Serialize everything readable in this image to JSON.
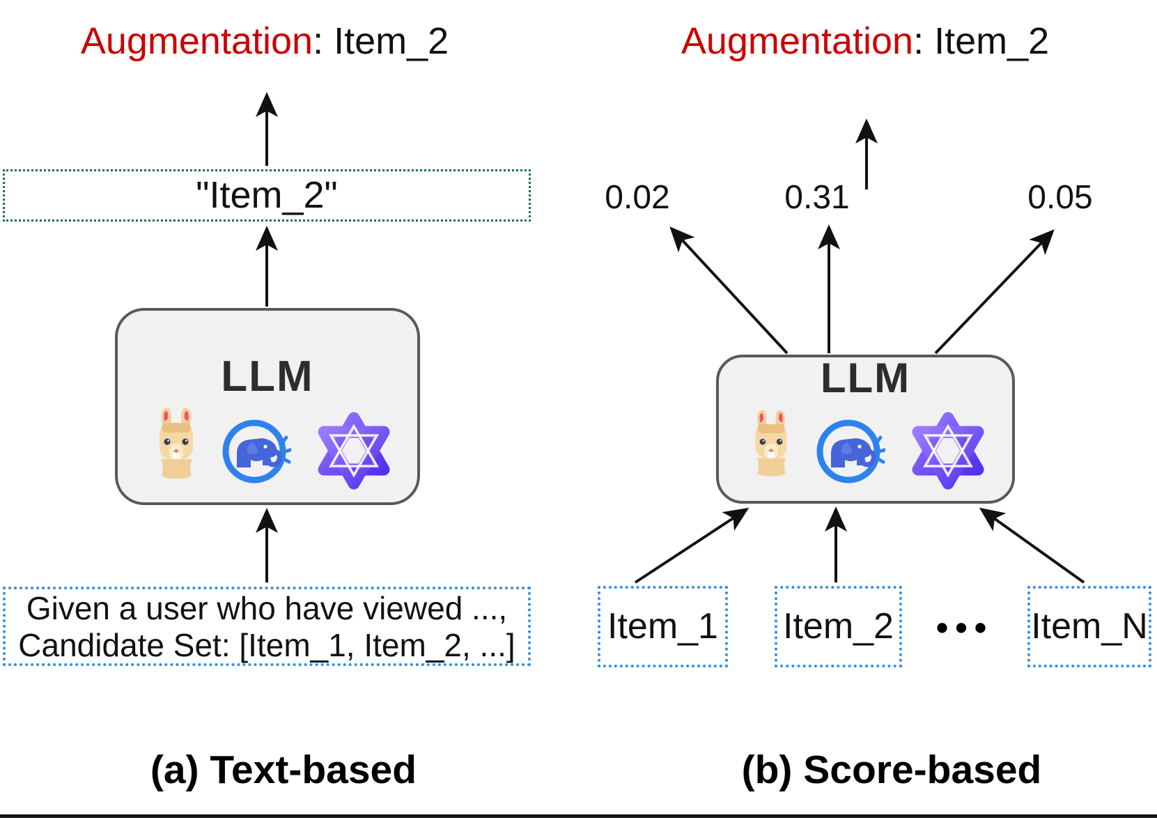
{
  "figure": {
    "panel_a": {
      "title": {
        "highlight": "Augmentation",
        "rest": ": Item_2"
      },
      "output_box_text": "\"Item_2\"",
      "llm_label": "LLM",
      "prompt": {
        "line1": "Given a user who have viewed ...,",
        "line2": "Candidate Set: [Item_1, Item_2, ...]"
      },
      "caption": "(a) Text-based"
    },
    "panel_b": {
      "title": {
        "highlight": "Augmentation",
        "rest": ": Item_2"
      },
      "scores": [
        "0.02",
        "0.31",
        "0.05"
      ],
      "llm_label": "LLM",
      "items": [
        "Item_1",
        "Item_2",
        "Item_N"
      ],
      "ellipsis": "•••",
      "caption": "(b) Score-based"
    },
    "icons": {
      "llama": "llama-icon",
      "elephant": "elephant-logo-icon",
      "qwen": "qwen-logo-icon"
    },
    "colors": {
      "highlight_red": "#cc0000",
      "output_box_green": "#17713f",
      "input_box_blue": "#2d8cf0",
      "llm_box_fill": "#f1f1f2",
      "llm_box_border": "#58595b",
      "arrow_black": "#111111"
    }
  }
}
